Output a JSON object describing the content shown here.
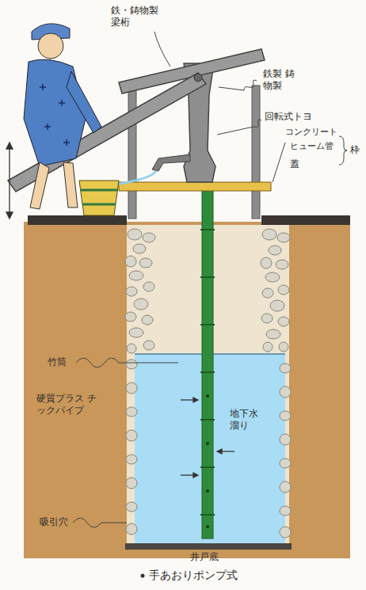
{
  "diagram": {
    "caption": "手あおりポンプ式",
    "labels": [
      "鉄・鋳物製 梁桁",
      "鉄製 鋳物製",
      "回転式トヨ",
      "コンクリート",
      "ヒューム管",
      "枠",
      "蓋",
      "竹筒",
      "硬質プラス チックパイプ",
      "地下水 溜り",
      "吸引穴",
      "井戸底"
    ]
  }
}
